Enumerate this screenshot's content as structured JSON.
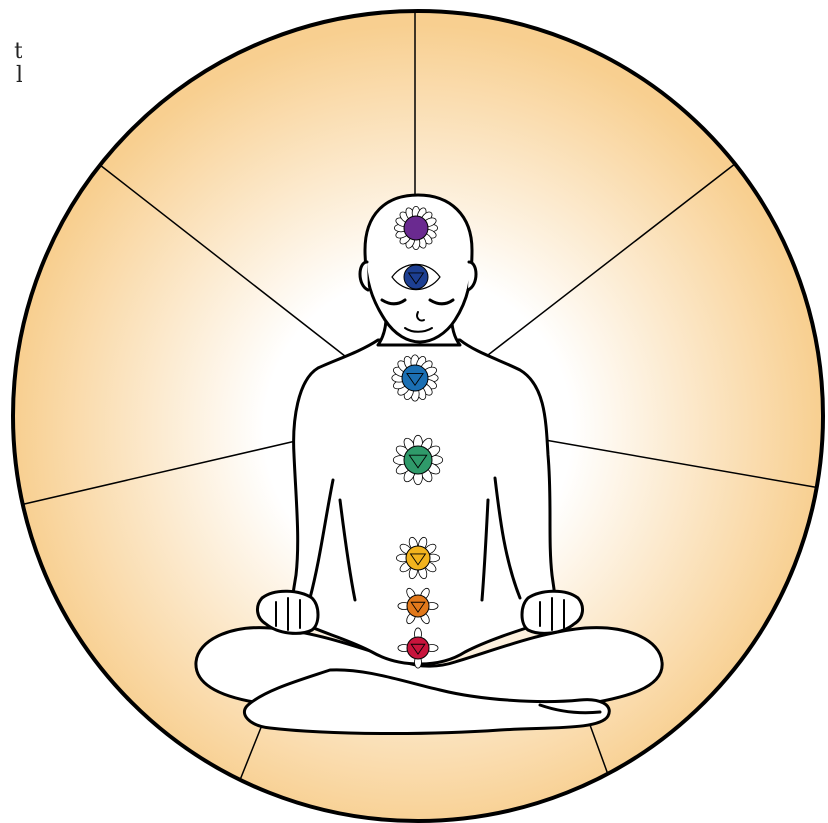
{
  "fragment_text": {
    "line1": "t",
    "line2": "l"
  },
  "colors": {
    "outline": "#000000",
    "halo_center": "#ffffff",
    "halo_edge": "#f8cf90",
    "body_fill": "#ffffff"
  },
  "chakras": [
    {
      "id": "crown",
      "color": "#6a2a90",
      "icon": "lotus-thousand-petal"
    },
    {
      "id": "third-eye",
      "color": "#1d3f92",
      "icon": "two-petal-lotus"
    },
    {
      "id": "throat",
      "color": "#1b6fb3",
      "icon": "sixteen-petal-lotus"
    },
    {
      "id": "heart",
      "color": "#2f9a6a",
      "icon": "twelve-petal-lotus"
    },
    {
      "id": "solar-plexus",
      "color": "#f2b31e",
      "icon": "ten-petal-lotus"
    },
    {
      "id": "sacral",
      "color": "#e2791b",
      "icon": "six-petal-lotus"
    },
    {
      "id": "root",
      "color": "#c8143c",
      "icon": "four-petal-lotus"
    }
  ]
}
